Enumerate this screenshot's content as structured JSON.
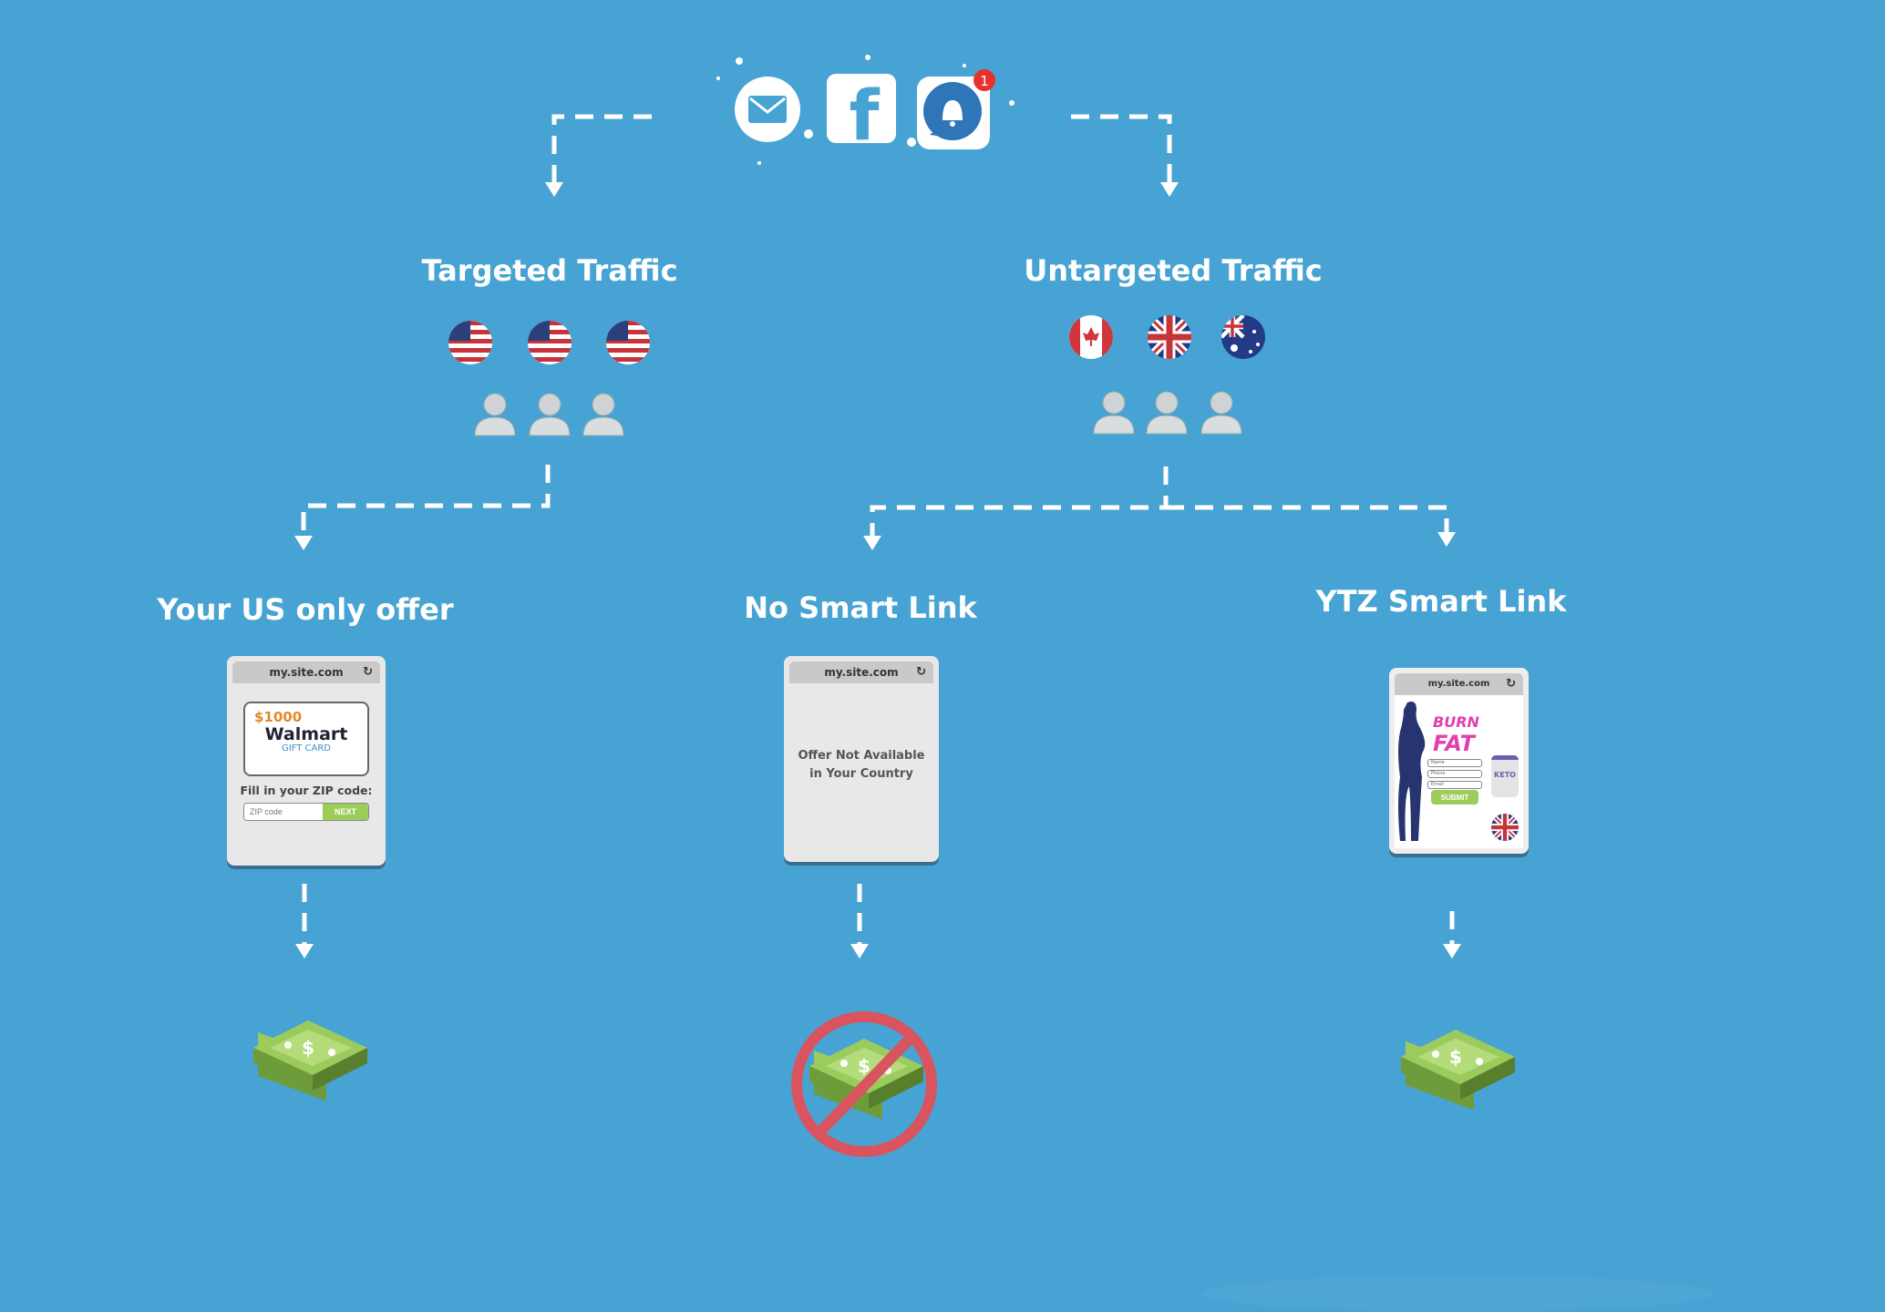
{
  "sources": {
    "icons": [
      "email-icon",
      "facebook-icon",
      "notification-bell-icon"
    ],
    "notification_count": "1"
  },
  "branches": {
    "targeted": {
      "title": "Targeted Traffic",
      "flags": [
        "us",
        "us",
        "us"
      ]
    },
    "untargeted": {
      "title": "Untargeted Traffic",
      "flags": [
        "ca",
        "uk",
        "au"
      ]
    }
  },
  "outcomes": {
    "us_offer": {
      "title": "Your US only offer",
      "url": "my.site.com",
      "amount": "$1000",
      "brand": "Walmart",
      "card_type": "GIFT CARD",
      "zip_label": "Fill in your ZIP code:",
      "zip_placeholder": "ZIP code",
      "next_label": "NEXT",
      "result": "money"
    },
    "no_smart_link": {
      "title": "No Smart Link",
      "url": "my.site.com",
      "message_line1": "Offer Not Available",
      "message_line2": "in Your Country",
      "result": "no-money"
    },
    "ytz_smart_link": {
      "title": "YTZ Smart Link",
      "url": "my.site.com",
      "headline_1": "BURN",
      "headline_2": "FAT",
      "fields": [
        "Name",
        "Phone",
        "Email"
      ],
      "submit_label": "SUBMIT",
      "product": "KETO",
      "result": "money"
    }
  },
  "colors": {
    "background": "#47a3d3",
    "money": "#8dc04f",
    "prohibit": "#d9545e",
    "badge": "#e8312f"
  }
}
